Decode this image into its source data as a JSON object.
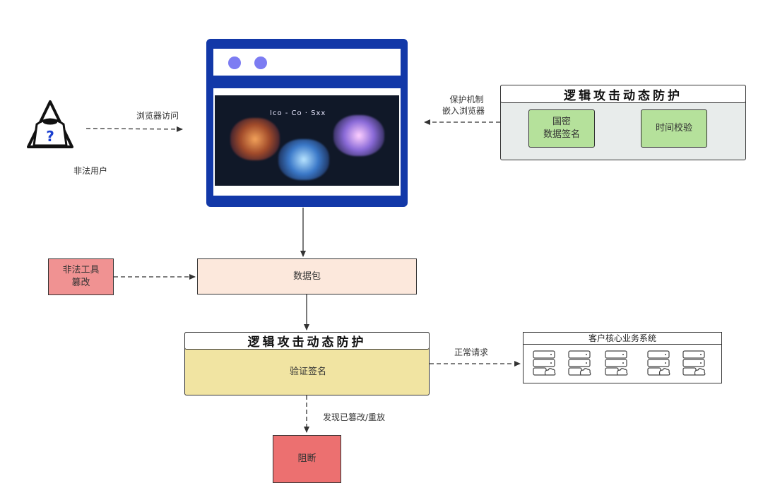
{
  "actor": {
    "label": "非法用户",
    "icon": "hooded-hacker-icon"
  },
  "edges": {
    "browser_access": "浏览器访问",
    "protect_embed": [
      "保护机制",
      "嵌入浏览器"
    ],
    "normal_request": "正常请求",
    "found_tamper": "发现已篡改/重放"
  },
  "browser": {
    "icon": "browser-window-icon",
    "screen_text": "Ico - Co · Sxx"
  },
  "protect_panel": {
    "title": "逻辑攻击动态防护",
    "items": [
      [
        "国密",
        "数据签名"
      ],
      [
        "时间校验"
      ]
    ]
  },
  "tamper_tool": [
    "非法工具",
    "篡改"
  ],
  "packet": "数据包",
  "verify_panel": {
    "title": "逻辑攻击动态防护",
    "body": "验证签名"
  },
  "block": "阻断",
  "core_system": {
    "title": "客户核心业务系统",
    "server_count": 5,
    "server_icon": "cloud-server-icon"
  },
  "colors": {
    "browser_frame": "#1238a8",
    "green_box": "#b5e19b",
    "red_box": "#f09292",
    "block_box": "#ec7070",
    "packet_box": "#fce8dc",
    "verify_box": "#f1e4a2",
    "panel_bg": "#e8eceb"
  }
}
